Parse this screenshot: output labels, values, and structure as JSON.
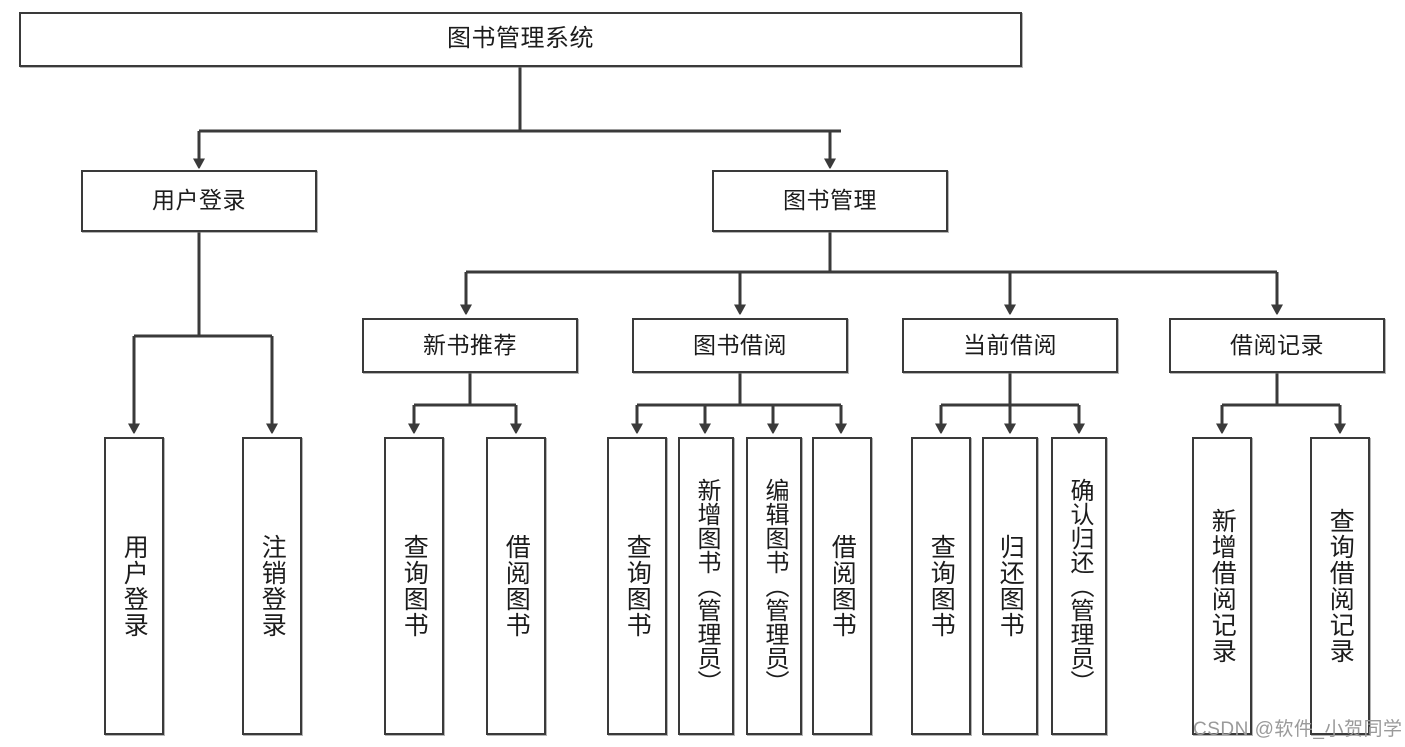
{
  "diagram": {
    "title": "图书管理系统",
    "type": "tree-hierarchy-chart",
    "watermark": "CSDN @软件_小贺同学",
    "colors": {
      "background": "#ffffff",
      "node_border": "#3a3a3a",
      "node_fill": "#ffffff",
      "edge": "#3a3a3a",
      "text": "#1c1c1c",
      "watermark": "#9a9a9a"
    },
    "nodes": {
      "root": {
        "label": "图书管理系统"
      },
      "tier1": [
        {
          "label": "用户登录"
        },
        {
          "label": "图书管理"
        }
      ],
      "tier2": [
        {
          "label": "新书推荐"
        },
        {
          "label": "图书借阅"
        },
        {
          "label": "当前借阅"
        },
        {
          "label": "借阅记录"
        }
      ],
      "leaves": {
        "user_login": [
          {
            "label": "用户登录"
          },
          {
            "label": "注销登录"
          }
        ],
        "new_book_recommend": [
          {
            "label": "查询图书"
          },
          {
            "label": "借阅图书"
          }
        ],
        "book_borrow": [
          {
            "label": "查询图书"
          },
          {
            "label": "新增图书（管理员）"
          },
          {
            "label": "编辑图书（管理员）"
          },
          {
            "label": "借阅图书"
          }
        ],
        "current_borrow": [
          {
            "label": "查询图书"
          },
          {
            "label": "归还图书"
          },
          {
            "label": "确认归还（管理员）"
          }
        ],
        "borrow_record": [
          {
            "label": "新增借阅记录"
          },
          {
            "label": "查询借阅记录"
          }
        ]
      }
    }
  }
}
